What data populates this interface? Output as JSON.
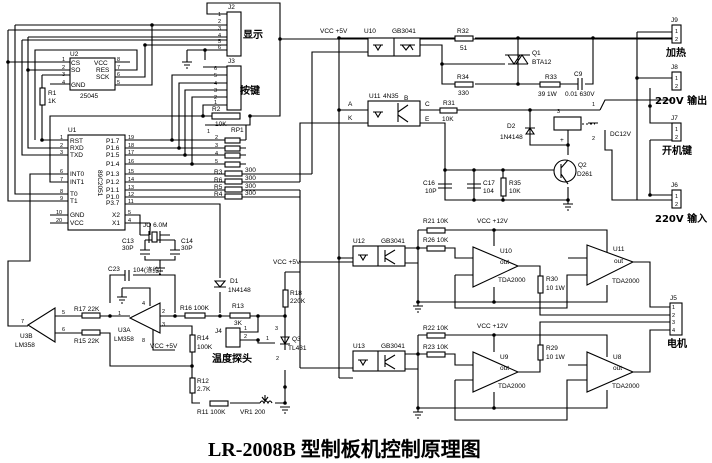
{
  "title": "LR-2008B 型制板机控制原理图",
  "t": {
    "j2": "J2",
    "j2_name": "显示",
    "j3": "J3",
    "j3_name": "按键",
    "u2": "U2",
    "u2_model": "25045",
    "u2_cs": "CS",
    "u2_so": "SO",
    "u2_gnd": "GND",
    "u2_vcc": "VCC",
    "u2_res": "RES",
    "u2_sck": "SCK",
    "r1": "R1",
    "r1_val": "1K",
    "r2": "R2",
    "r2_val": "10K",
    "rp1": "RP1",
    "u1": "U1",
    "u1_model": "89C2051",
    "rst": "RST",
    "rxd": "RXD",
    "txd": "TXD",
    "int0": "INT0",
    "int1": "INT1",
    "t0": "T0",
    "t1": "T1",
    "gnd": "GND",
    "vcc": "VCC",
    "p17": "P1.7",
    "p16": "P1.6",
    "p15": "P1.5",
    "p14": "P1.4",
    "p13": "P1.3",
    "p12": "P1.2",
    "p11": "P1.1",
    "p10": "P1.0",
    "p37": "P3.7",
    "x2": "X2",
    "x1": "X1",
    "r3": "R3",
    "r3_val": "300",
    "r6": "R6",
    "r6_val": "300",
    "r5": "R5",
    "r5_val": "300",
    "r4": "R4",
    "r4_val": "300",
    "jo": "JO 6.0M",
    "c13": "C13",
    "c13_val": "30P",
    "c14": "C14",
    "c14_val": "30P",
    "vcc5_top": "VCC +5V",
    "u10": "U10",
    "gb1": "GB3041",
    "r32": "R32",
    "r32_val": "51",
    "q1": "Q1",
    "q1_model": "BTA12",
    "r34": "R34",
    "r34_val": "330",
    "r33": "R33",
    "r33_val": "39 1W",
    "c9": "C9",
    "c9_val": "0.01 630V",
    "j9": "J9",
    "j9_name": "加热",
    "j8": "J8",
    "j8_name": "220V 输出",
    "j7": "J7",
    "j7_name": "开机键",
    "j6": "J6",
    "j6_name": "220V 输入",
    "u11": "U11",
    "u11_model": "4N35",
    "a": "A",
    "k": "K",
    "b": "B",
    "c": "C",
    "e": "E",
    "r31": "R31",
    "r31_val": "10K",
    "d2": "D2",
    "d2_model": "1N4148",
    "relay_model": "DC12V",
    "relay_plus": "+",
    "q2": "Q2",
    "q2_model": "D261",
    "c16": "C16",
    "c16_val": "10P",
    "c17": "C17",
    "c17_val": "104",
    "r35": "R35",
    "r35_val": "10K",
    "u12": "U12",
    "gb2": "GB3041",
    "r21": "R21 10K",
    "r26": "R26 10K",
    "vcc12a": "VCC +12V",
    "u10b": "U10",
    "u11b": "U11",
    "tda": "TDA2000",
    "out": "out",
    "r30": "R30",
    "r30_val": "10 1W",
    "j5": "J5",
    "j5_name": "电机",
    "u13": "U13",
    "gb3": "GB3041",
    "r22": "R22 10K",
    "r23": "R23 10K",
    "vcc12b": "VCC +12V",
    "u9": "U9",
    "u8": "U8",
    "r29": "R29",
    "r29_val": "10 1W",
    "u3b": "U3B",
    "lm358": "LM358",
    "r17": "R17 22K",
    "r15": "R15 22K",
    "u3a": "U3A",
    "c23": "C23",
    "c23_val": "104(涤纶)",
    "vcc5_u3": "VCC +5V",
    "r16": "R16 100K",
    "d1": "D1",
    "d1_model": "1N4148",
    "r13": "R13",
    "r13_val": "3K",
    "j4": "J4",
    "j4_name": "温度探头",
    "vcc5_b": "VCC +5V",
    "r18": "R18",
    "r18_val": "220K",
    "q3": "Q3",
    "q3_model": "TL431",
    "r14": "R14",
    "r14_val": "100K",
    "r12": "R12",
    "r12_val": "2.7K",
    "r11": "R11 100K",
    "vr1": "VR1 200"
  },
  "pins": {
    "n": [
      "1",
      "2",
      "3",
      "4",
      "5",
      "6",
      "7",
      "8",
      "9",
      "10",
      "11",
      "12",
      "13",
      "14",
      "15",
      "16",
      "17",
      "18",
      "19",
      "20"
    ]
  }
}
